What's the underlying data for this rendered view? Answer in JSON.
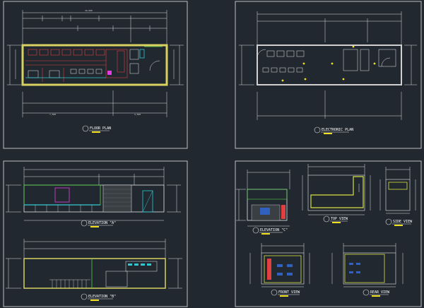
{
  "sheet": {
    "background": "#212830",
    "colors": {
      "frame": "#e8e8e8",
      "dimension": "#e0e0e0",
      "wall": "#d8d060",
      "red": "#e04040",
      "cyan": "#30c8d0",
      "green": "#50d040",
      "yellow": "#f0e020",
      "magenta": "#e040e0"
    }
  },
  "panels": [
    {
      "id": "floor-plan",
      "title": "FLOOR PLAN"
    },
    {
      "id": "electrical-plan",
      "title": "ELECTRONIC PLAN"
    },
    {
      "id": "elevation-a",
      "title": "ELEVATION \"A\""
    },
    {
      "id": "elevation-b",
      "title": "ELEVATION \"B\""
    },
    {
      "id": "elevation-c",
      "title": "ELEVATION \"C\""
    },
    {
      "id": "top-view",
      "title": "TOP VIEW"
    },
    {
      "id": "side-view",
      "title": "SIDE VIEW"
    },
    {
      "id": "front-view",
      "title": "FRONT VIEW"
    },
    {
      "id": "rear-view",
      "title": "REAR VIEW"
    }
  ]
}
